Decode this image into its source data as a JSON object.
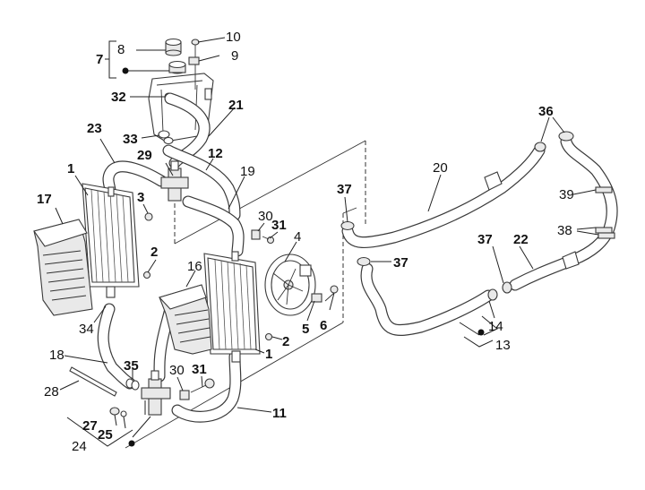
{
  "diagram": {
    "type": "exploded-parts-diagram",
    "subject": "Cooling system (radiators, expansion tank, fan, hoses)",
    "callouts": {
      "c1a": "1",
      "c1b": "1",
      "c2a": "2",
      "c2b": "2",
      "c3": "3",
      "c4": "4",
      "c5": "5",
      "c6": "6",
      "c7": "7",
      "c8": "8",
      "c9": "9",
      "c10": "10",
      "c11": "11",
      "c12": "12",
      "c13": "13",
      "c14": "14",
      "c16": "16",
      "c17": "17",
      "c18": "18",
      "c19": "19",
      "c20": "20",
      "c21": "21",
      "c22": "22",
      "c23": "23",
      "c24": "24",
      "c25": "25",
      "c27": "27",
      "c28": "28",
      "c29": "29",
      "c30a": "30",
      "c30b": "30",
      "c31a": "31",
      "c31b": "31",
      "c32": "32",
      "c33": "33",
      "c34": "34",
      "c35": "35",
      "c36": "36",
      "c37a": "37",
      "c37b": "37",
      "c37c": "37",
      "c38": "38",
      "c39": "39"
    },
    "parts": [
      {
        "ref": "1",
        "name": "radiator"
      },
      {
        "ref": "4",
        "name": "cooling fan"
      },
      {
        "ref": "7",
        "name": "expansion tank assembly"
      },
      {
        "ref": "8",
        "name": "tank cap"
      },
      {
        "ref": "11",
        "name": "hose"
      },
      {
        "ref": "12",
        "name": "hose"
      },
      {
        "ref": "13",
        "name": "pipe assembly"
      },
      {
        "ref": "16",
        "name": "radiator cover"
      },
      {
        "ref": "17",
        "name": "radiator cover"
      },
      {
        "ref": "18",
        "name": "hose"
      },
      {
        "ref": "19",
        "name": "hose"
      },
      {
        "ref": "20",
        "name": "hose"
      },
      {
        "ref": "21",
        "name": "hose"
      },
      {
        "ref": "22",
        "name": "hose"
      },
      {
        "ref": "23",
        "name": "hose"
      },
      {
        "ref": "24",
        "name": "three-way union assembly"
      },
      {
        "ref": "29",
        "name": "three-way union"
      },
      {
        "ref": "36",
        "name": "clamp"
      },
      {
        "ref": "37",
        "name": "clamp"
      },
      {
        "ref": "38",
        "name": "clamp"
      },
      {
        "ref": "39",
        "name": "clamp"
      }
    ]
  }
}
